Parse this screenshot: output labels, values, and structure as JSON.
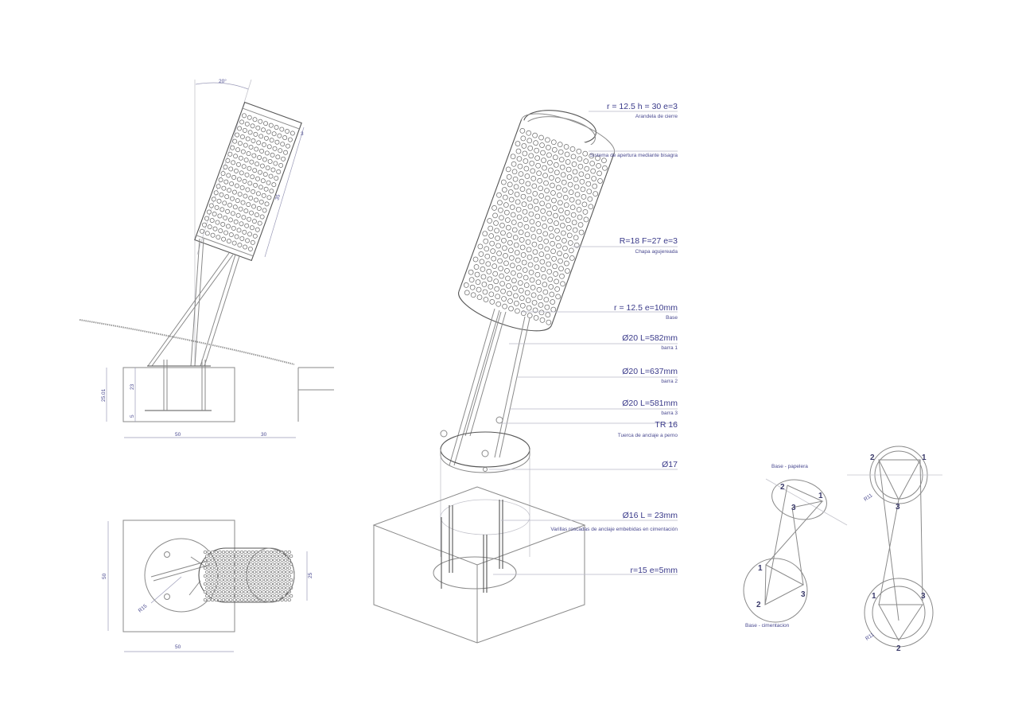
{
  "elevation": {
    "angle": "20°",
    "dim_rim": "3",
    "dim_height": "35",
    "dim_total_depth": "25.01",
    "dim_depth_upper": "23",
    "dim_depth_lower": "5",
    "dim_width": "50",
    "dim_offset": "30"
  },
  "plan": {
    "dim_height": "50",
    "dim_width": "50",
    "dim_cylinder": "25",
    "radius": "R15"
  },
  "callouts": [
    {
      "title": "r = 12.5  h = 30 e=3",
      "sub": "Arandela de cierre"
    },
    {
      "title": "",
      "sub": "Sistema de apertura mediante bisagra"
    },
    {
      "title": "R=18  F=27  e=3",
      "sub": "Chapa agujereada"
    },
    {
      "title": "r = 12.5  e=10mm",
      "sub": "Base"
    },
    {
      "title": "Ø20  L=582mm",
      "sub": "barra 1"
    },
    {
      "title": "Ø20  L=637mm",
      "sub": "barra 2"
    },
    {
      "title": "Ø20  L=581mm",
      "sub": "barra 3"
    },
    {
      "title": "TR 16",
      "sub": "Tuerca de anclaje a perno"
    },
    {
      "title": "Ø17",
      "sub": ""
    },
    {
      "title": "Ø16  L = 23mm",
      "sub": "Varillas roscadas de anclaje embebidas en cimentación"
    },
    {
      "title": "r=15  e=5mm",
      "sub": ""
    }
  ],
  "schemes": {
    "top_label": "Base - papelera",
    "bottom_label": "Base - cimentacion",
    "points": [
      "1",
      "2",
      "3"
    ],
    "radius": "R11"
  }
}
